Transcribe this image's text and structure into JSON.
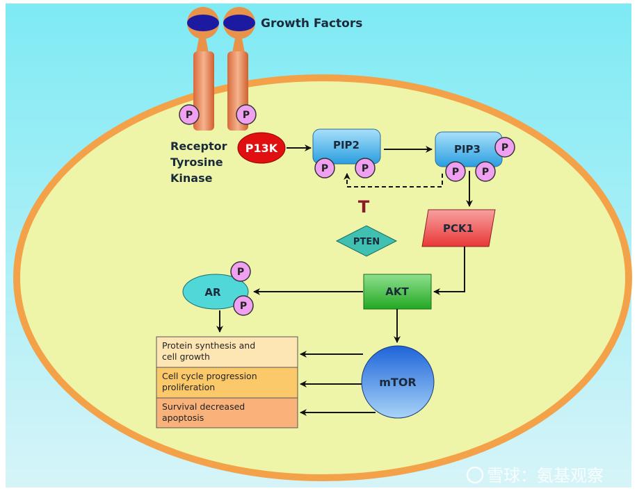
{
  "labels": {
    "growth_factors": "Growth Factors",
    "receptor": [
      "Receptor",
      "Tyrosine",
      "Kinase"
    ],
    "pi3k": "P13K",
    "pip2": "PIP2",
    "pip3": "PIP3",
    "pten": "PTEN",
    "inhibit": "T",
    "pck1": "PCK1",
    "akt": "AKT",
    "ar": "AR",
    "mtor": "mTOR",
    "phosphate": "P"
  },
  "outcomes": [
    {
      "lines": [
        "Protein synthesis and",
        "cell growth"
      ],
      "color": "#fde6b4"
    },
    {
      "lines": [
        "Cell cycle progression",
        "proliferation"
      ],
      "color": "#fbc96a"
    },
    {
      "lines": [
        "Survival decreased",
        "apoptosis"
      ],
      "color": "#f9b27a"
    }
  ],
  "watermark": "雪球：氨基观察",
  "colors": {
    "background": "#bff0f7",
    "cytoplasm": "#eef5a8",
    "membrane": "#f4a24a",
    "pi3k": "#e01010",
    "pip": "#4ab0e8",
    "pten": "#3fc0b0",
    "pck1": "#f05050",
    "akt": "#3cb83c",
    "ar": "#50d8d8",
    "mtor": "#2a78e0",
    "phosphate": "#f0a0f0",
    "inhibitor": "#8a1a2a"
  }
}
